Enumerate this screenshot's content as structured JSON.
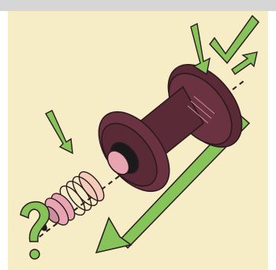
{
  "illustration": {
    "subject": "exploded-spool-assembly",
    "marks": [
      "question-mark",
      "check-mark"
    ],
    "colors": {
      "panel_background": "#f6ecc6",
      "top_band": "#d6d6d6",
      "spool_body": "#5a2a36",
      "spool_light": "#c98fa0",
      "pink_part": "#e9a4b2",
      "black_part": "#1a1a1a",
      "arrow_green": "#86c45a",
      "outline": "#2a1a1f"
    }
  }
}
